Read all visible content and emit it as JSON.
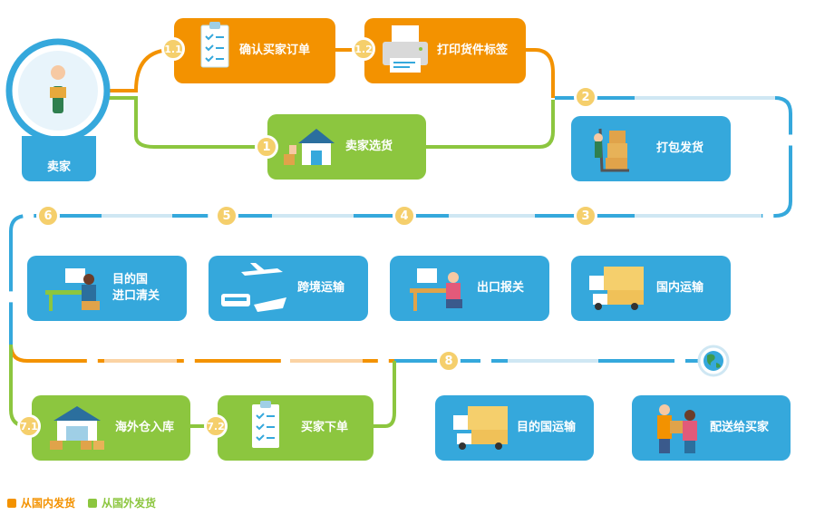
{
  "seller": {
    "label": "卖家"
  },
  "steps": {
    "s1_1": {
      "num": "1.1",
      "label": "确认买家订单"
    },
    "s1_2": {
      "num": "1.2",
      "label": "打印货件标签"
    },
    "s1": {
      "num": "1",
      "label": "卖家选货"
    },
    "s2": {
      "num": "2",
      "label": "打包发货"
    },
    "s3": {
      "num": "3",
      "label": "国内运输"
    },
    "s4": {
      "num": "4",
      "label": "出口报关"
    },
    "s5": {
      "num": "5",
      "label": "跨境运输"
    },
    "s6": {
      "num": "6",
      "label": "目的国\n进口清关"
    },
    "s7_1": {
      "num": "7.1",
      "label": "海外仓入库"
    },
    "s7_2": {
      "num": "7.2",
      "label": "买家下单"
    },
    "s8": {
      "num": "8",
      "label": "目的国运输"
    },
    "s9": {
      "label": "配送给买家"
    }
  },
  "legend": {
    "domestic": "从国内发货",
    "overseas": "从国外发货"
  },
  "colors": {
    "blue": "#35a8dc",
    "orange": "#f39200",
    "green": "#8cc63f",
    "badge": "#f5cf6c"
  }
}
